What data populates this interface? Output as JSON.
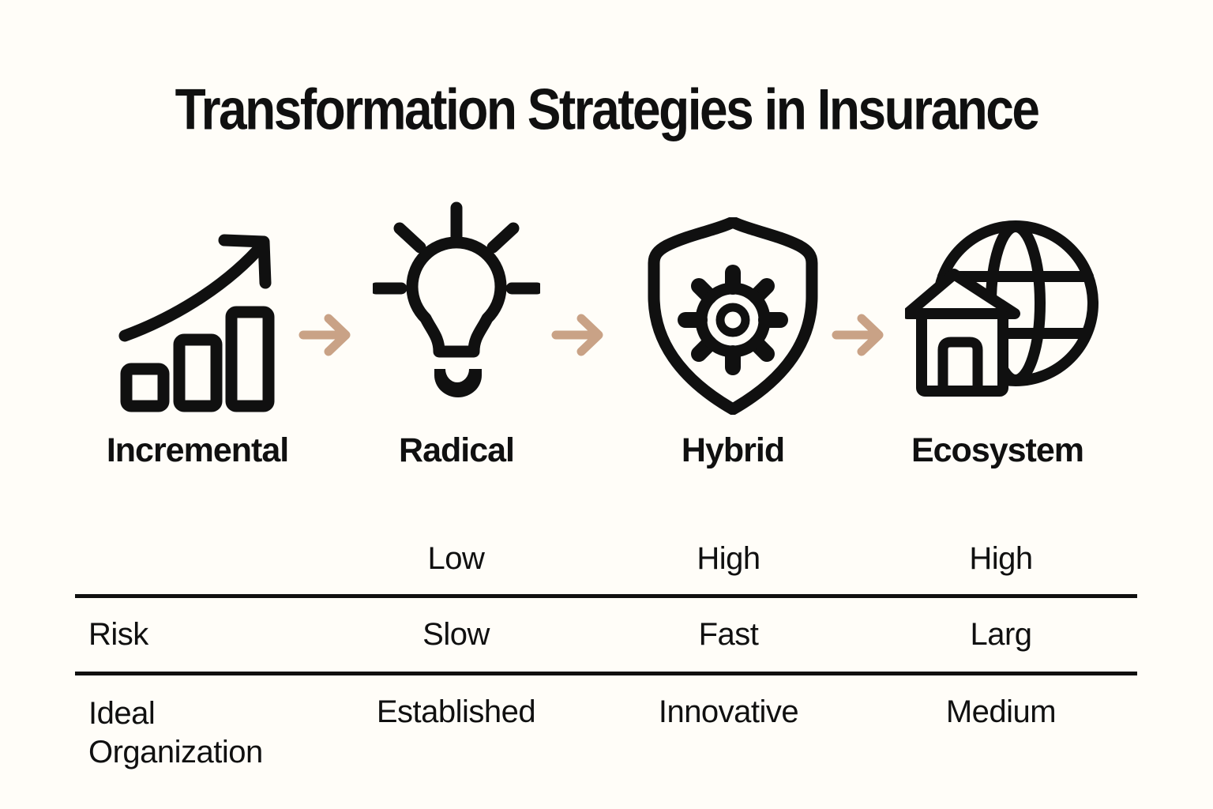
{
  "page": {
    "background_color": "#fffdf8",
    "ink_color": "#101010",
    "flow_arrow_color": "#c9a286",
    "flow_arrow_icon": "right-arrow-icon"
  },
  "title": "Transformation Strategies in Insurance",
  "strategies": [
    {
      "label": "Incremental",
      "icon": "growth-chart-icon"
    },
    {
      "label": "Radical",
      "icon": "lightbulb-icon"
    },
    {
      "label": "Hybrid",
      "icon": "shield-gear-icon"
    },
    {
      "label": "Ecosystem",
      "icon": "globe-house-icon"
    }
  ],
  "table": {
    "rows": [
      {
        "label": "",
        "values": [
          "Low",
          "High",
          "High"
        ]
      },
      {
        "label": "Risk",
        "values": [
          "Slow",
          "Fast",
          "Larg"
        ]
      },
      {
        "label": "Ideal Organization",
        "values": [
          "Established",
          "Innovative",
          "Medium"
        ]
      }
    ]
  }
}
